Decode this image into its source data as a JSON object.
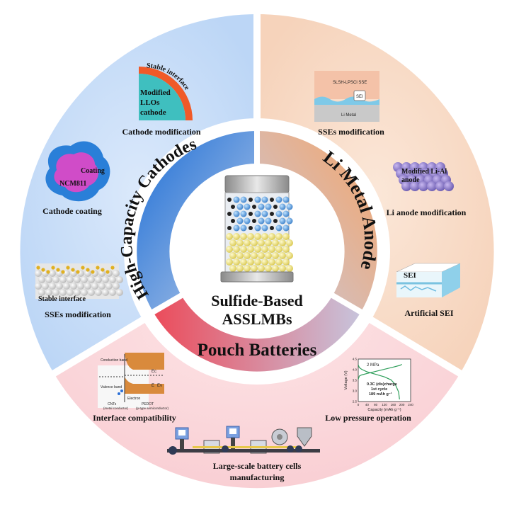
{
  "center": {
    "line1": "Sulfide-Based",
    "line2": "ASSLMBs"
  },
  "ring": {
    "left": "High-Capacity Cathodes",
    "right": "Li Metal Anode",
    "bottom": "Pouch Batteries"
  },
  "left_sector": {
    "cathode_modification": "Cathode modification",
    "cathode_coating": "Cathode coating",
    "sses_modification": "SSEs modification",
    "llo_text": [
      "Modified",
      "LLOs",
      "cathode"
    ],
    "stable_interface_arc": "Stable interface",
    "coating_label": "Coating",
    "ncm_label": "NCM811",
    "stable_interface_box": "Stable interface"
  },
  "right_sector": {
    "sses_modification": "SSEs modification",
    "li_anode_modification": "Li anode modification",
    "artificial_sei": "Artificial SEI",
    "slsh_label": "SLSH-LPSCl SSE",
    "sei_small": "SEI",
    "li_metal": "Li Metal",
    "li_al_label": [
      "Modified Li-Al",
      "anode"
    ],
    "sei_block": "SEI"
  },
  "bottom_sector": {
    "interface_compatibility": "Interface compatibility",
    "low_pressure": "Low pressure operation",
    "manufacturing": [
      "Large-scale battery cells",
      "manufacturing"
    ]
  },
  "band_diagram": {
    "conduction_band": "Conduction band",
    "valence_band": "Valence band",
    "ec": "Ec",
    "ev": "Ev",
    "ef": "E",
    "electron": "Electron",
    "left_material": [
      "CNTs",
      "(metal conductor)"
    ],
    "right_material": [
      "PEDOT",
      "(p-type semiconductor)"
    ]
  },
  "chart_data": {
    "type": "line",
    "title": "",
    "xlabel": "Capacity (mAh g⁻¹)",
    "ylabel": "Voltage (V)",
    "xlim": [
      0,
      240
    ],
    "ylim": [
      2.5,
      4.5
    ],
    "xticks": [
      0,
      40,
      80,
      120,
      160,
      200,
      240
    ],
    "yticks": [
      2.5,
      3.0,
      3.5,
      4.0,
      4.5
    ],
    "legend_text": "2 MPa",
    "annotations": [
      "0.3C (dis)charge",
      "1st cycle",
      "189 mAh g⁻¹"
    ],
    "series": [
      {
        "x": [
          0,
          5,
          15,
          40,
          80,
          120,
          160,
          190,
          200
        ],
        "y": [
          3.55,
          3.7,
          3.75,
          3.82,
          3.92,
          4.02,
          4.12,
          4.2,
          4.25
        ]
      },
      {
        "x": [
          0,
          5,
          15,
          40,
          80,
          120,
          150,
          170,
          185,
          189
        ],
        "y": [
          4.22,
          4.1,
          4.02,
          3.9,
          3.78,
          3.66,
          3.52,
          3.3,
          2.95,
          2.6
        ]
      }
    ]
  }
}
